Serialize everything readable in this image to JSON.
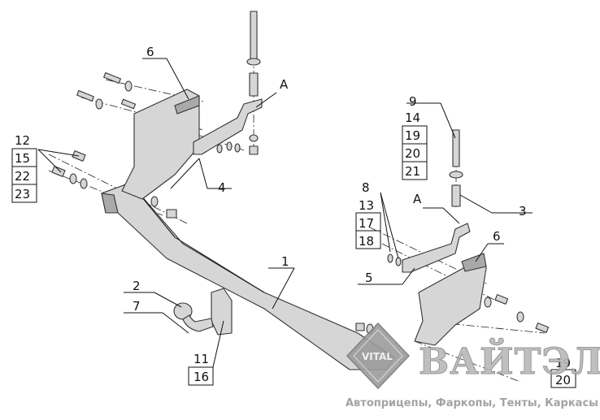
{
  "labels": {
    "l1": "1",
    "l2": "2",
    "l3": "3",
    "l4": "4",
    "l5": "5",
    "l6a": "6",
    "l6b": "6",
    "l7": "7",
    "l8": "8",
    "l13": "13",
    "l17": "17",
    "l18": "18",
    "l9": "9",
    "l14": "14",
    "l19": "19",
    "l20": "20",
    "l21": "21",
    "l12": "12",
    "l15": "15",
    "l22": "22",
    "l23": "23",
    "l11": "11",
    "l16": "16",
    "lA1": "А",
    "lA2": "А",
    "l19b": "19",
    "l20b": "20"
  },
  "watermark": {
    "brand": "ВАЙТЭЛ",
    "badge": "VITAL",
    "tagline": "Автоприцепы, Фаркопы, Тенты, Каркасы"
  },
  "colors": {
    "metal": "#d6d6d6",
    "outline": "#333333",
    "watermark": "#b9b9b9"
  }
}
